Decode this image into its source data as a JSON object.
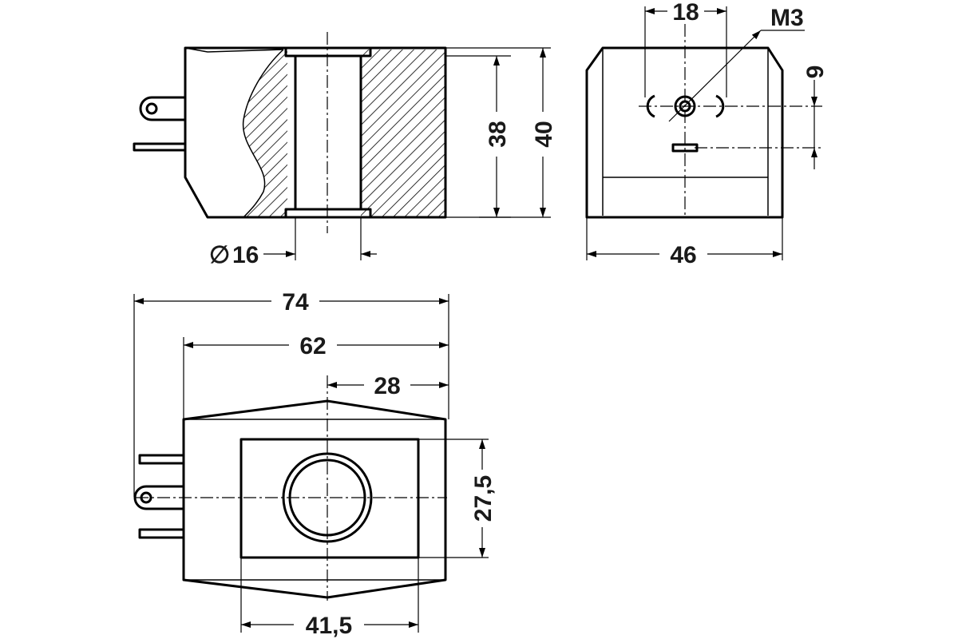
{
  "dimensions": {
    "width_18": "18",
    "thread_m3": "M3",
    "offset_9": "9",
    "height_38": "38",
    "height_40": "40",
    "bore_16": "16",
    "width_46": "46",
    "length_74": "74",
    "length_62": "62",
    "half_28": "28",
    "recess_27_5": "27,5",
    "recess_41_5": "41,5"
  },
  "symbols": {
    "diameter": "∅"
  },
  "colors": {
    "line": "#000000",
    "background": "#ffffff"
  }
}
